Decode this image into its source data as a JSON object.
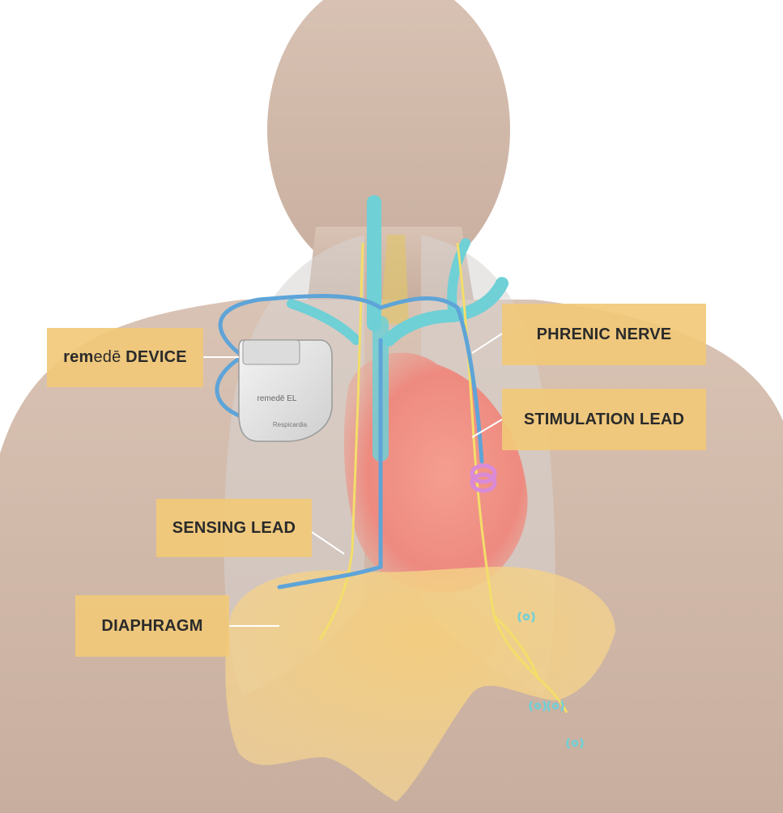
{
  "labels": {
    "device_bold": "rem",
    "device_light": "edē",
    "device_suffix": " DEVICE",
    "phrenic_nerve": "PHRENIC NERVE",
    "stimulation_lead": "STIMULATION LEAD",
    "sensing_lead": "SENSING LEAD",
    "diaphragm": "DIAPHRAGM"
  },
  "device": {
    "model_text": "remedē EL",
    "brand_text": "Respicardia"
  },
  "colors": {
    "label_bg": "#f1c978",
    "label_text": "#2a2a2a",
    "body_skin": "#cdb3a3",
    "vessel": "#6fd0d6",
    "heart": "#f08c82",
    "diaphragm": "#f4c870",
    "lead": "#5ea4d8",
    "nerve": "#f3de6a",
    "electrode": "#d98ad8"
  }
}
